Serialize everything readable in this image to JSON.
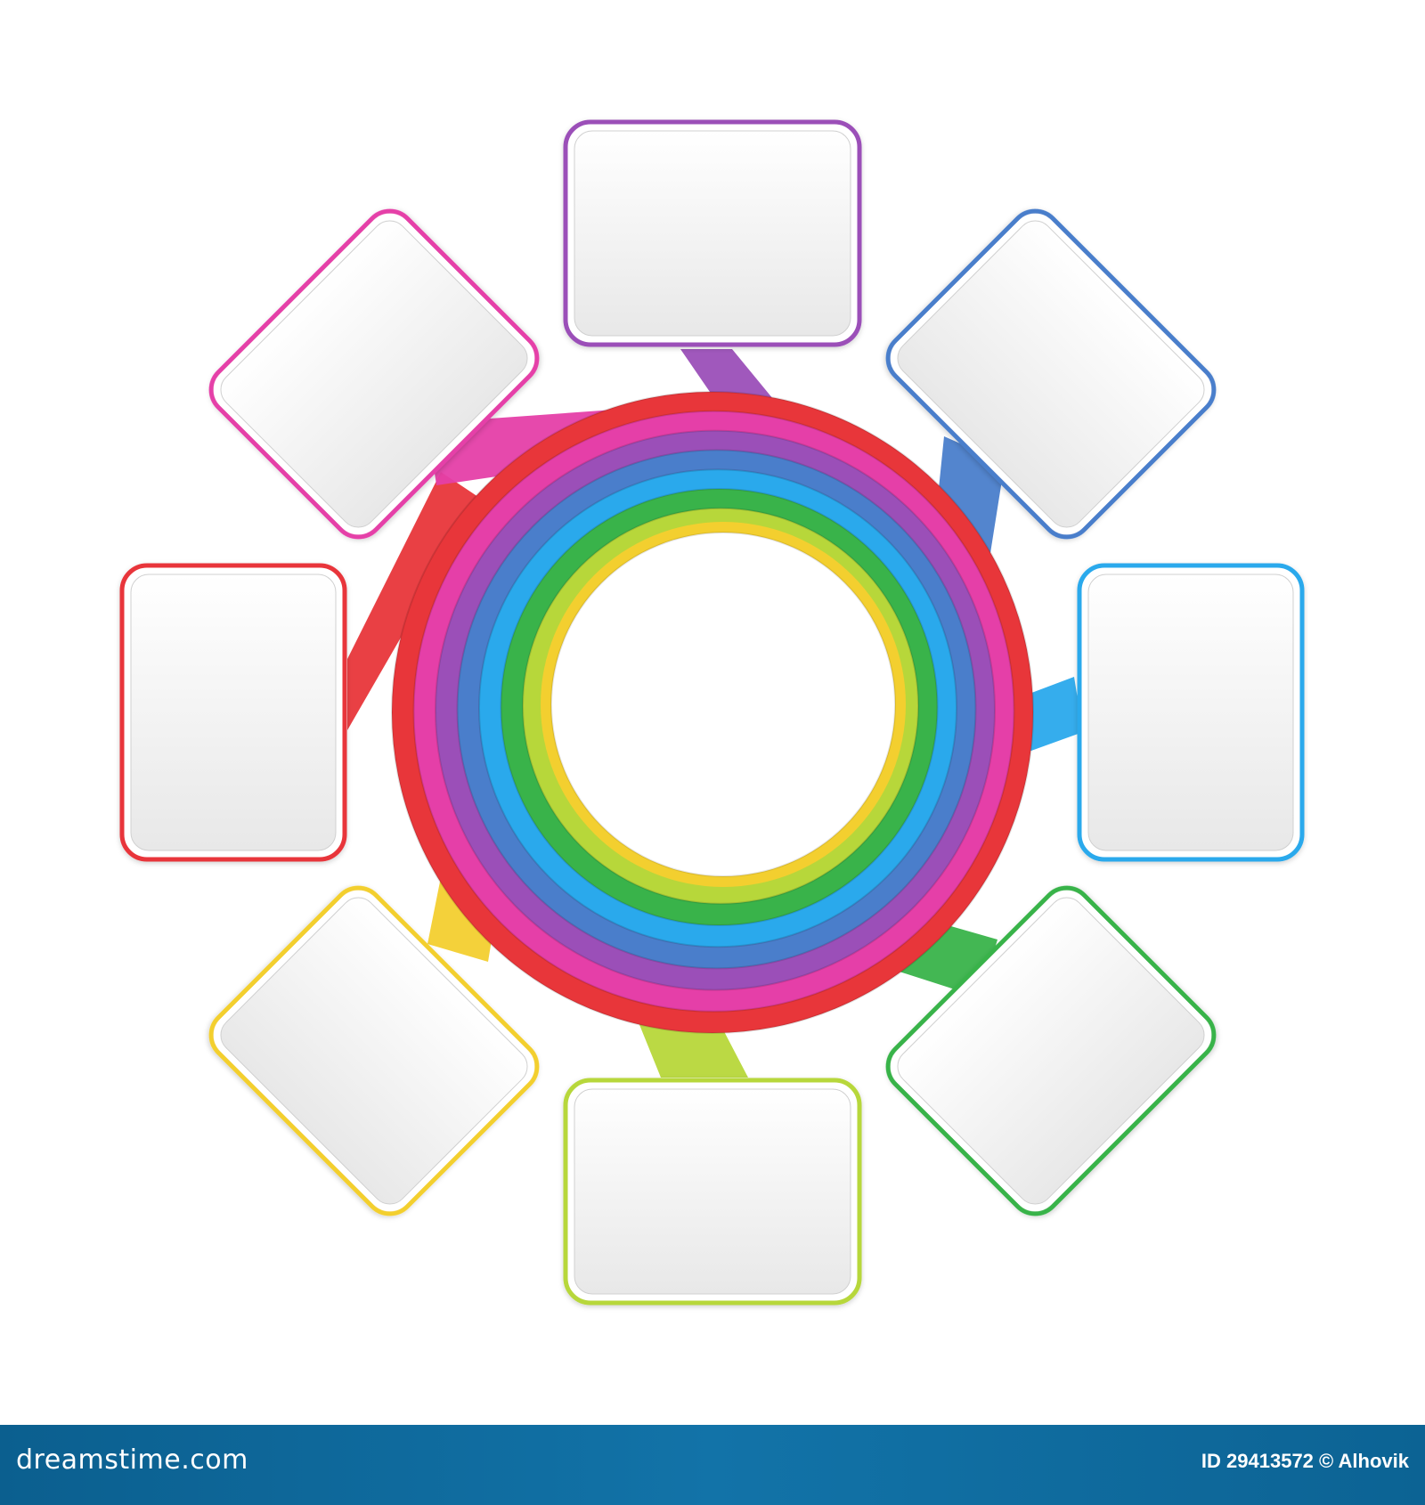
{
  "diagram": {
    "colors": {
      "hub_fill": "#ffffff",
      "card_fill_top": "#ffffff",
      "card_fill_bottom": "#e9e9e9"
    },
    "nodes": [
      {
        "id": "top",
        "color": "#9b4fb8",
        "icon": "rounded-rectangle"
      },
      {
        "id": "top-right",
        "color": "#4a7ecb",
        "icon": "rounded-rectangle"
      },
      {
        "id": "right",
        "color": "#2aa9ec",
        "icon": "rounded-rectangle"
      },
      {
        "id": "bottom-right",
        "color": "#39b34a",
        "icon": "rounded-rectangle"
      },
      {
        "id": "bottom",
        "color": "#b7d73a",
        "icon": "rounded-rectangle"
      },
      {
        "id": "bottom-left",
        "color": "#f3cf2f",
        "icon": "rounded-rectangle"
      },
      {
        "id": "left",
        "color": "#e8363a",
        "icon": "rounded-rectangle"
      },
      {
        "id": "top-left",
        "color": "#e53fa8",
        "icon": "rounded-rectangle"
      }
    ],
    "rings": [
      {
        "color": "#e8363a"
      },
      {
        "color": "#e53fa8"
      },
      {
        "color": "#9b4fb8"
      },
      {
        "color": "#4a7ecb"
      },
      {
        "color": "#2aa9ec"
      },
      {
        "color": "#39b34a"
      },
      {
        "color": "#b7d73a"
      },
      {
        "color": "#f3cf2f"
      }
    ]
  },
  "footer": {
    "logo": "dreamstime.com",
    "credit": "ID 29413572 © Alhovik"
  }
}
